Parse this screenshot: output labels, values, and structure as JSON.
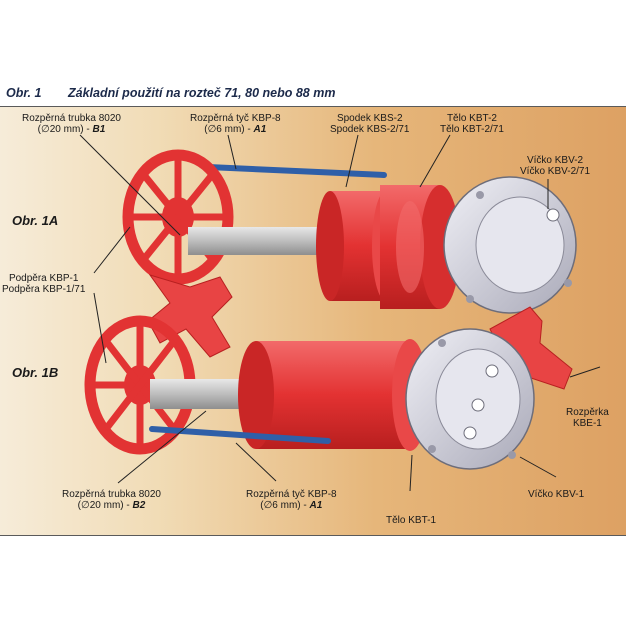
{
  "caption": {
    "number": "Obr. 1",
    "title": "Základní použití na rozteč 71, 80 nebo 88 mm"
  },
  "sections": {
    "a": "Obr. 1A",
    "b": "Obr. 1B"
  },
  "labels": {
    "tube_b1": {
      "line1": "Rozpěrná trubka 8020",
      "line2": "(∅20 mm) - ",
      "code": "B1"
    },
    "rod_a1_top": {
      "line1": "Rozpěrná tyč KBP-8",
      "line2": "(∅6 mm) - ",
      "code": "A1"
    },
    "base": {
      "line1": "Spodek KBS-2",
      "line2": "Spodek KBS-2/71"
    },
    "body_top": {
      "line1": "Tělo KBT-2",
      "line2": "Tělo KBT-2/71"
    },
    "lid_top": {
      "line1": "Víčko KBV-2",
      "line2": "Víčko KBV-2/71"
    },
    "support": {
      "line1": "Podpěra KBP-1",
      "line2": "Podpěra KBP-1/71"
    },
    "spacer": {
      "line1": "Rozpěrka",
      "line2": "KBE-1"
    },
    "lid_bottom": {
      "line1": "Víčko KBV-1"
    },
    "body_bottom": {
      "line1": "Tělo KBT-1"
    },
    "tube_b2": {
      "line1": "Rozpěrná trubka 8020",
      "line2": "(∅20 mm) - ",
      "code": "B2"
    },
    "rod_a1_bottom": {
      "line1": "Rozpěrná tyč KBP-8",
      "line2": "(∅6 mm) - ",
      "code": "A1"
    }
  },
  "colors": {
    "red_part": "#e83a3a",
    "grey_part": "#d4d4de",
    "rod": "#2f5fa8",
    "tube": "#c8c8c8"
  }
}
